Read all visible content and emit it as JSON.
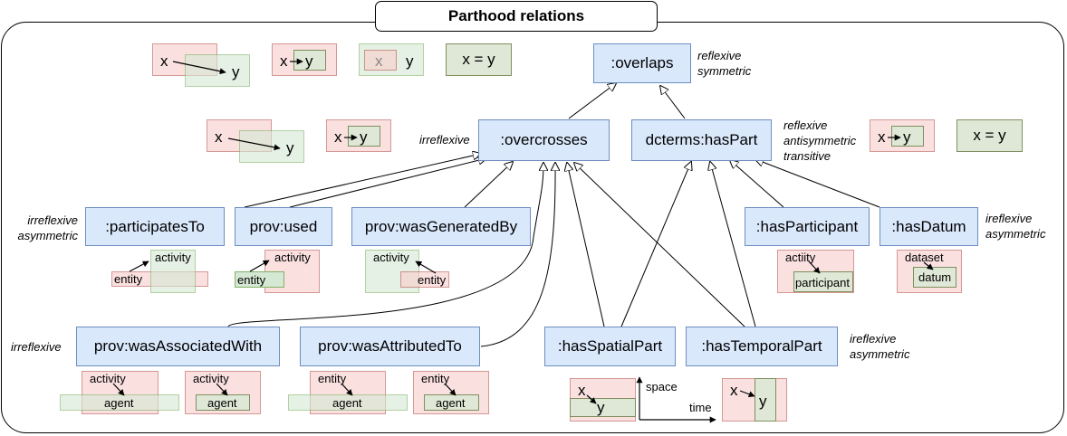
{
  "title": "Parthood relations",
  "classes": {
    "overlaps": ":overlaps",
    "overcrosses": ":overcrosses",
    "hasPart": "dcterms:hasPart",
    "participatesTo": ":participatesTo",
    "used": "prov:used",
    "wasGeneratedBy": "prov:wasGeneratedBy",
    "hasParticipant": ":hasParticipant",
    "hasDatum": ":hasDatum",
    "wasAssociatedWith": "prov:wasAssociatedWith",
    "wasAttributedTo": "prov:wasAttributedTo",
    "hasSpatialPart": ":hasSpatialPart",
    "hasTemporalPart": ":hasTemporalPart"
  },
  "notes": {
    "overlaps": [
      "reflexive",
      "symmetric"
    ],
    "overcrosses": [
      "irreflexive"
    ],
    "hasPart": [
      "reflexive",
      "antisymmetric",
      "transitive"
    ],
    "participatesTo": [
      "irreflexive",
      "asymmetric"
    ],
    "hasDatum": [
      "ireflexive",
      "asymmetric"
    ],
    "wasAssociatedWith": [
      "irreflexive"
    ],
    "hasTemporalPart": [
      "ireflexive",
      "asymmetric"
    ]
  },
  "labels": {
    "x": "x",
    "y": "y",
    "x_eq_y": "x = y",
    "activity": "activity",
    "entity": "entity",
    "actiity": "actiity",
    "participant": "participant",
    "dataset": "dataset",
    "datum": "datum",
    "agent": "agent",
    "space": "space",
    "time": "time"
  }
}
